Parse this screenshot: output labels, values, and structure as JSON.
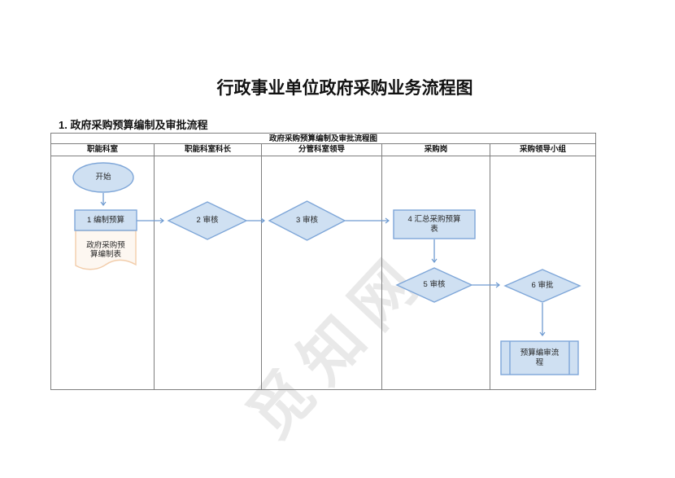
{
  "page": {
    "title": "行政事业单位政府采购业务流程图",
    "section_heading": "1. 政府采购预算编制及审批流程",
    "watermark": "觅知网"
  },
  "table": {
    "title": "政府采购预算编制及审批流程图",
    "columns": [
      "职能科室",
      "职能科室科长",
      "分管科室领导",
      "采购岗",
      "采购领导小组"
    ]
  },
  "flowchart": {
    "nodes": {
      "start": "开始",
      "step1": "1 编制预算",
      "doc1": "政府采购预算编制表",
      "step2": "2 审核",
      "step3": "3 审核",
      "step4": "4 汇总采购预算表",
      "step5": "5 审核",
      "step6": "6 审批",
      "subprocess": "预算编审流程"
    }
  },
  "colors": {
    "shape_fill": "#cfe0f2",
    "shape_border": "#7ea6d8",
    "document_fill": "#fdf7f1",
    "document_border": "#f2cdab",
    "arrow": "#6f9bd1",
    "table_line": "#7f7f7f"
  }
}
